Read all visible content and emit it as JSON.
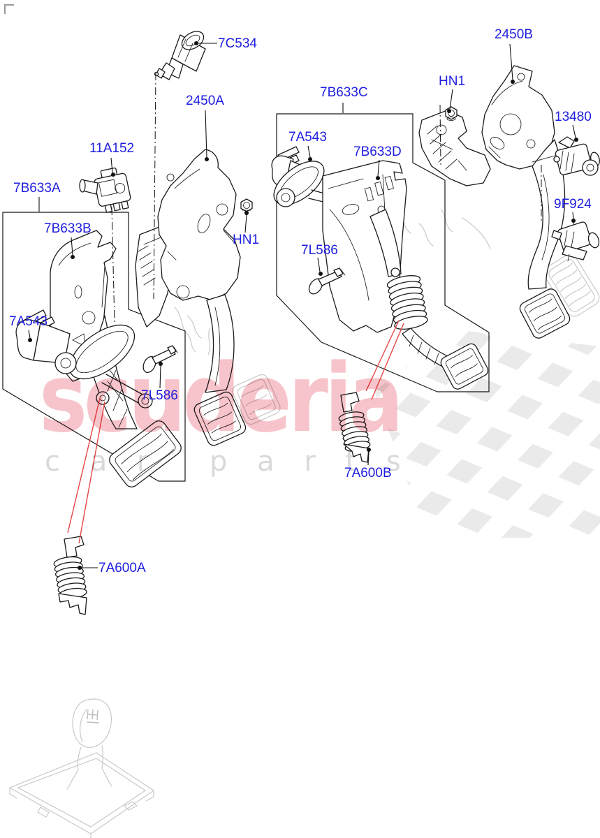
{
  "watermark": {
    "brand": "scuderia",
    "tagline_left": "c a r",
    "tagline_right": "p a r t s"
  },
  "colors": {
    "label_blue": "#1e1ee0",
    "line_black": "#1a1a1a",
    "leader_red": "#e64848",
    "watermark_pink": "#ee8a96",
    "tagline_gray": "#b9b9b9",
    "ghost_gray": "#c9c9c9",
    "checker_gray": "#eaeaea"
  },
  "part_labels": [
    {
      "key": "7c534",
      "text": "7C534"
    },
    {
      "key": "2450a",
      "text": "2450A"
    },
    {
      "key": "11a152",
      "text": "11A152"
    },
    {
      "key": "7b633a",
      "text": "7B633A"
    },
    {
      "key": "7b633b",
      "text": "7B633B"
    },
    {
      "key": "7a543-left",
      "text": "7A543"
    },
    {
      "key": "7l586-left",
      "text": "7L586"
    },
    {
      "key": "hn1-left",
      "text": "HN1"
    },
    {
      "key": "7a600a",
      "text": "7A600A"
    },
    {
      "key": "7b633c",
      "text": "7B633C"
    },
    {
      "key": "7a543-right",
      "text": "7A543"
    },
    {
      "key": "7b633d",
      "text": "7B633D"
    },
    {
      "key": "7l586-right",
      "text": "7L586"
    },
    {
      "key": "hn1-right",
      "text": "HN1"
    },
    {
      "key": "2450b",
      "text": "2450B"
    },
    {
      "key": "13480",
      "text": "13480"
    },
    {
      "key": "9f924",
      "text": "9F924"
    },
    {
      "key": "7a600b",
      "text": "7A600B"
    }
  ]
}
